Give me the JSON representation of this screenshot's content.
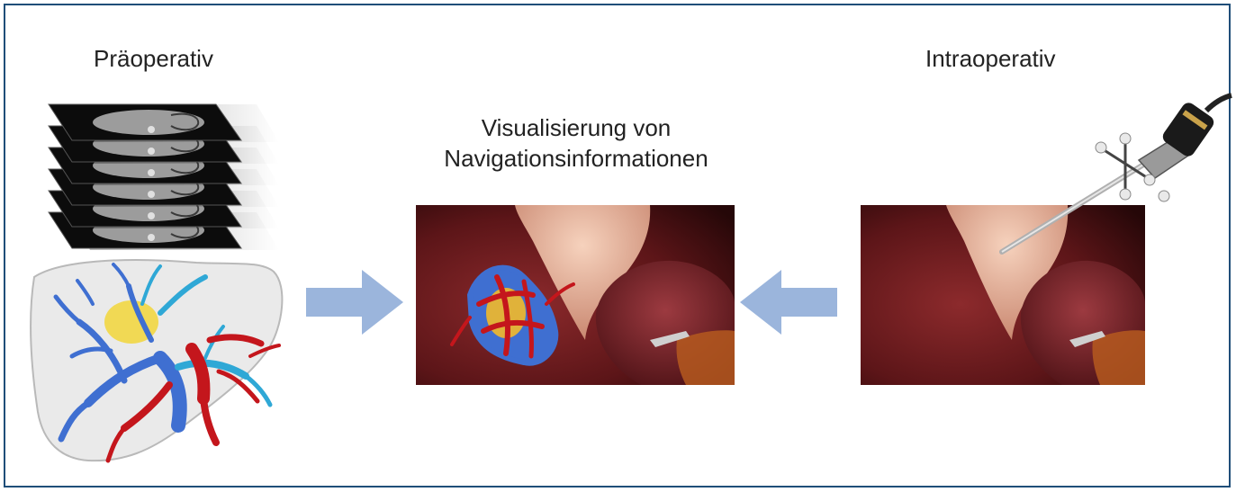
{
  "labels": {
    "preoperative": "Präoperativ",
    "intraoperative": "Intraoperativ",
    "visualization_line1": "Visualisierung von",
    "visualization_line2": "Navigationsinformationen"
  },
  "colors": {
    "frame_border": "#1f4e79",
    "arrow": "#9bb5dc",
    "vessel_portal": "#3f6fd1",
    "vessel_hepatic": "#2fa8d6",
    "vessel_artery": "#c4161c",
    "tumor": "#f2d63a",
    "liver_tissue": "#7a1e22",
    "fat_tissue": "#e9b39a"
  },
  "icons": {
    "ct_stack": "ct-slice-stack",
    "liver_model": "3d-liver-vessel-model",
    "arrow_right": "arrow-right-icon",
    "arrow_left": "arrow-left-icon",
    "navigation_view": "augmented-laparoscopic-view",
    "intraoperative_view": "laparoscopic-view",
    "laparoscope": "tracked-laparoscope"
  }
}
